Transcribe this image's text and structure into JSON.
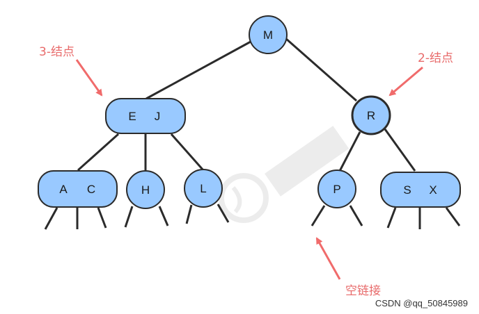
{
  "colors": {
    "node_fill": "#99c9ff",
    "node_stroke": "#2b2b2b",
    "edge": "#2b2b2b",
    "annotation": "#e86a6a"
  },
  "nodes": {
    "m": "M",
    "e": "E",
    "j": "J",
    "r": "R",
    "a": "A",
    "c": "C",
    "h": "H",
    "l": "L",
    "p": "P",
    "s": "S",
    "x": "X"
  },
  "annotations": {
    "three_node": "3-结点",
    "two_node": "2-结点",
    "null_link": "空链接"
  },
  "watermark": "CSDN @qq_50845989"
}
